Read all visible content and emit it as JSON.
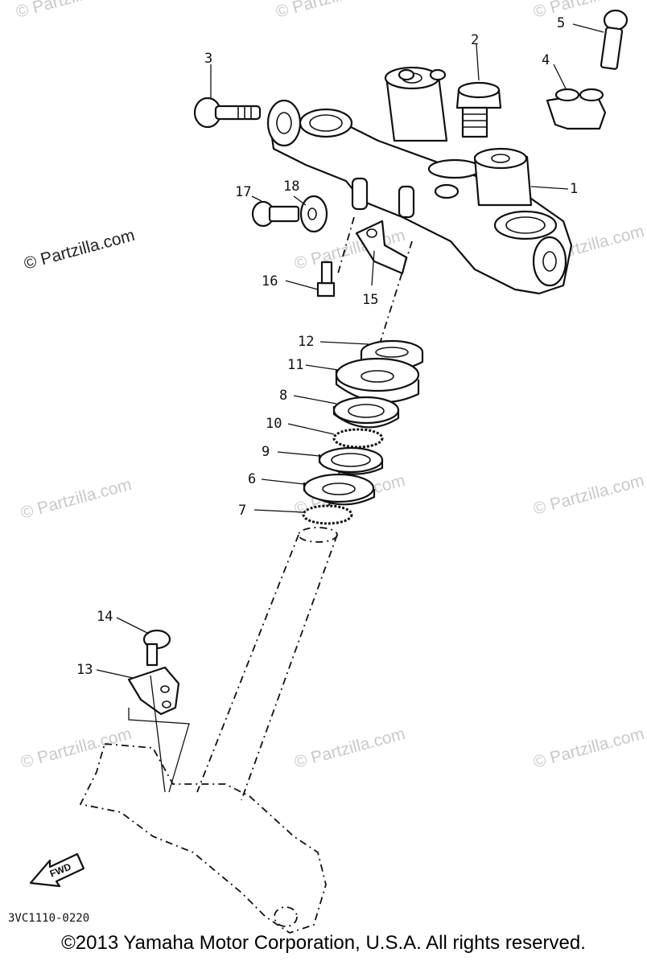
{
  "diagram": {
    "drawing_code": "3VC1110-0220",
    "direction_label": "FWD",
    "watermark": "© Partzilla.com",
    "callouts": [
      "1",
      "2",
      "3",
      "4",
      "5",
      "6",
      "7",
      "8",
      "9",
      "10",
      "11",
      "12",
      "13",
      "14",
      "15",
      "16",
      "17",
      "18"
    ]
  },
  "footer": {
    "copyright": "©2013  Yamaha Motor Corporation, U.S.A. All rights reserved."
  }
}
